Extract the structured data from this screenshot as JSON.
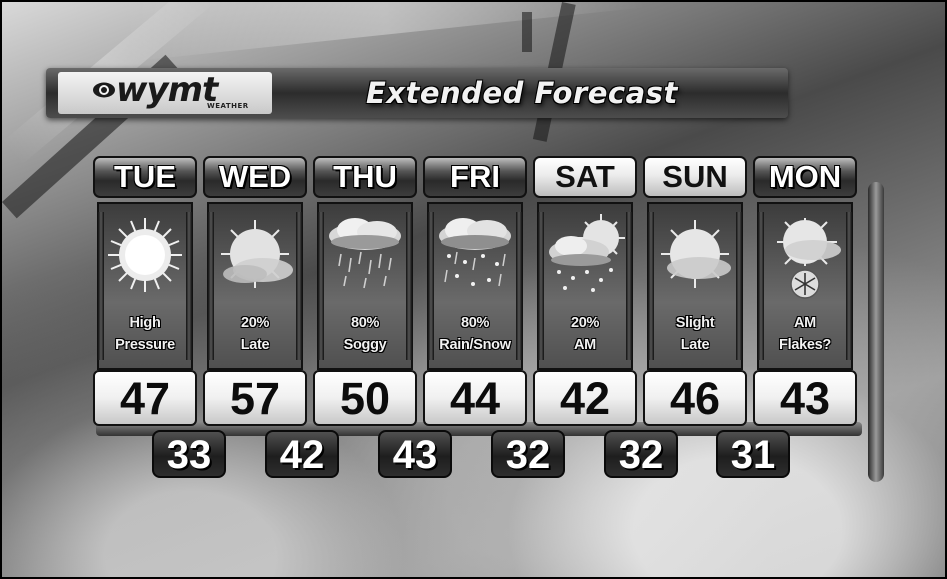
{
  "header": {
    "logo_text": "wymt",
    "logo_subtext": "WEATHER",
    "title": "Extended Forecast"
  },
  "days": [
    {
      "day": "TUE",
      "icon": "sun-icon",
      "desc_line1": "High",
      "desc_line2": "Pressure",
      "high": "47",
      "low": "33"
    },
    {
      "day": "WED",
      "icon": "sun-haze-icon",
      "desc_line1": "20%",
      "desc_line2": "Late",
      "high": "57",
      "low": "42"
    },
    {
      "day": "THU",
      "icon": "rain-cloud-icon",
      "desc_line1": "80%",
      "desc_line2": "Soggy",
      "high": "50",
      "low": "43"
    },
    {
      "day": "FRI",
      "icon": "rain-snow-cloud-icon",
      "desc_line1": "80%",
      "desc_line2": "Rain/Snow",
      "high": "44",
      "low": "32"
    },
    {
      "day": "SAT",
      "icon": "partly-cloudy-flurries-icon",
      "desc_line1": "20%",
      "desc_line2": "AM",
      "high": "42",
      "low": "32"
    },
    {
      "day": "SUN",
      "icon": "sun-haze-icon",
      "desc_line1": "Slight",
      "desc_line2": "Late",
      "high": "46",
      "low": "31"
    },
    {
      "day": "MON",
      "icon": "sun-snowflake-icon",
      "desc_line1": "AM",
      "desc_line2": "Flakes?",
      "high": "43"
    }
  ],
  "style": {
    "header_light_days": [
      "SAT",
      "SUN"
    ]
  }
}
